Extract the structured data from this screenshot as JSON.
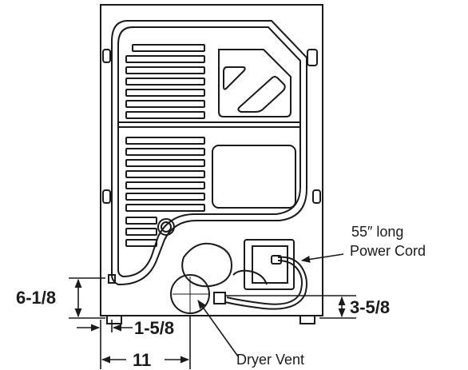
{
  "labels": {
    "power_cord_line1": "55″ long",
    "power_cord_line2": "Power Cord",
    "dryer_vent": "Dryer Vent"
  },
  "dimensions": {
    "vent_height": "6-1/8",
    "vent_side_offset": "1-5/8",
    "vent_center_offset": "11",
    "cord_height": "3-5/8"
  },
  "colors": {
    "line": "#1a1a1a",
    "background": "#ffffff"
  }
}
